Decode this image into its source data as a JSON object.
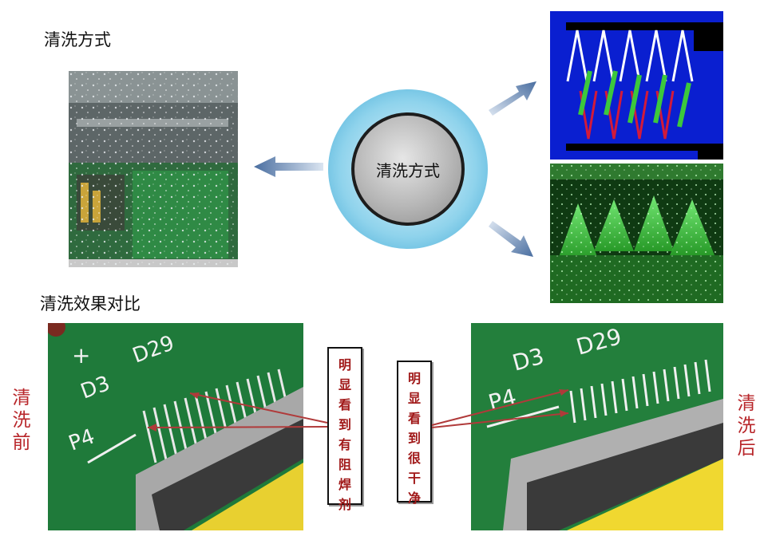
{
  "headings": {
    "cleaning_methods": "清洗方式",
    "comparison": "清洗效果对比"
  },
  "center": {
    "label": "清洗方式"
  },
  "before": {
    "label": "清洗前"
  },
  "after": {
    "label": "清洗后"
  },
  "callouts": {
    "before_note": "明显看到有阻焊剂",
    "after_note": "明显看到很干净"
  },
  "board_silkscreen": {
    "top_left": "D3",
    "top_right": "D29",
    "bottom": "P4",
    "plus": "+"
  },
  "colors": {
    "arrow": "#4a6ea0",
    "callout_text": "#a01818",
    "side_label": "#b8262a",
    "disc_ring": "#3aa5d3",
    "pcb_green": "#1f7a3a",
    "spray_green": "#3ccb3c",
    "diagram_blue": "#0a1fd0"
  }
}
